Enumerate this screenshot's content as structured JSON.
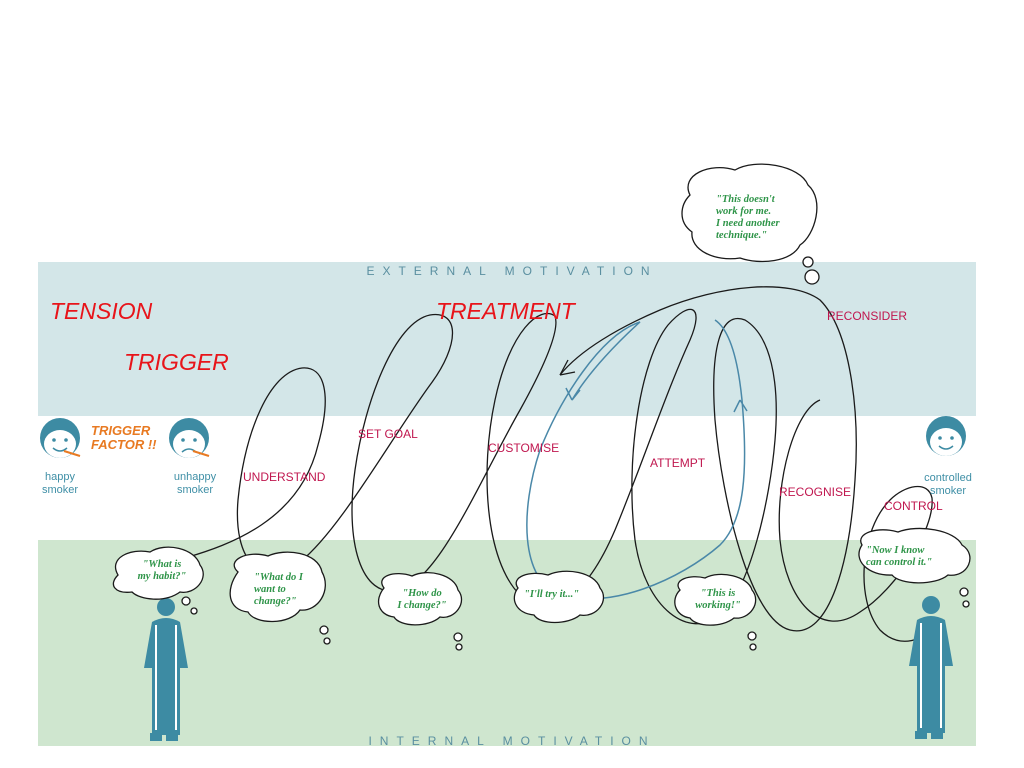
{
  "bands": {
    "top_label": "EXTERNAL MOTIVATION",
    "bottom_label": "INTERNAL MOTIVATION",
    "top_color": "#d3e6e8",
    "bottom_color": "#cfe6cf"
  },
  "headings": {
    "tension": "TENSION",
    "trigger": "TRIGGER",
    "treatment": "TREATMENT"
  },
  "trigger_factor": {
    "line1": "TRIGGER",
    "line2": "FACTOR !!"
  },
  "smokers": {
    "happy": {
      "line1": "happy",
      "line2": "smoker"
    },
    "unhappy": {
      "line1": "unhappy",
      "line2": "smoker"
    },
    "controlled": {
      "line1": "controlled",
      "line2": "smoker"
    }
  },
  "stages": {
    "understand": "UNDERSTAND",
    "set_goal": "SET GOAL",
    "customise": "CUSTOMISE",
    "attempt": "ATTEMPT",
    "recognise": "RECOGNISE",
    "reconsider": "RECONSIDER",
    "control": "CONTROL"
  },
  "thoughts": {
    "habit": {
      "line1": "\"What is",
      "line2": "my habit?\""
    },
    "want": {
      "line1": "\"What do I",
      "line2": "want to",
      "line3": "change?\""
    },
    "how": {
      "line1": "\"How do",
      "line2": "I change?\""
    },
    "try": {
      "line1": "\"I'll try it...\""
    },
    "working": {
      "line1": "\"This is",
      "line2": "working!\""
    },
    "control": {
      "line1": "\"Now I know",
      "line2": "can control it.\""
    },
    "doesnt": {
      "line1": "\"This doesn't",
      "line2": "work for me.",
      "line3": "I need another",
      "line4": "technique.\""
    }
  },
  "colors": {
    "red": "#e8141a",
    "stage": "#c0174f",
    "teal": "#3f8fa6",
    "green_text": "#2e9448",
    "orange": "#e87a22"
  }
}
